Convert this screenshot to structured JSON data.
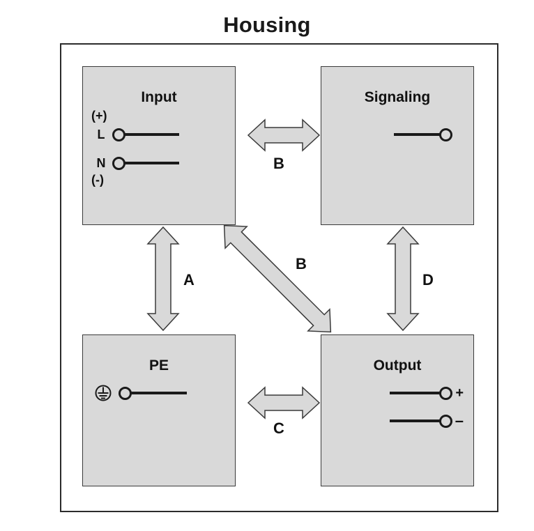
{
  "title": "Housing",
  "housing": {
    "label": "Housing"
  },
  "blocks": [
    {
      "id": "input",
      "title": "Input",
      "terminals": [
        {
          "label": "(+)",
          "type": "annotation"
        },
        {
          "label": "L",
          "type": "terminal"
        },
        {
          "label": "N",
          "type": "terminal"
        },
        {
          "label": "(-)",
          "type": "annotation"
        }
      ]
    },
    {
      "id": "signaling",
      "title": "Signaling",
      "terminals": [
        {
          "label": "",
          "type": "terminal"
        }
      ]
    },
    {
      "id": "pe",
      "title": "PE",
      "terminals": [
        {
          "label": "protective-earth",
          "type": "terminal"
        }
      ]
    },
    {
      "id": "output",
      "title": "Output",
      "terminals": [
        {
          "label": "+",
          "type": "terminal"
        },
        {
          "label": "–",
          "type": "terminal"
        }
      ]
    }
  ],
  "arrows": [
    {
      "id": "b-top",
      "label": "B",
      "from": "input",
      "to": "signaling",
      "orientation": "horizontal"
    },
    {
      "id": "a",
      "label": "A",
      "from": "input",
      "to": "pe",
      "orientation": "vertical"
    },
    {
      "id": "d",
      "label": "D",
      "from": "signaling",
      "to": "output",
      "orientation": "vertical"
    },
    {
      "id": "b-diag",
      "label": "B",
      "from": "input",
      "to": "output",
      "orientation": "diagonal"
    },
    {
      "id": "c",
      "label": "C",
      "from": "pe",
      "to": "output",
      "orientation": "horizontal"
    }
  ],
  "colors": {
    "block_fill": "#d9d9d9",
    "block_stroke": "#3a3a3a",
    "frame_stroke": "#2b2b2b",
    "text": "#111111",
    "background": "#ffffff"
  }
}
